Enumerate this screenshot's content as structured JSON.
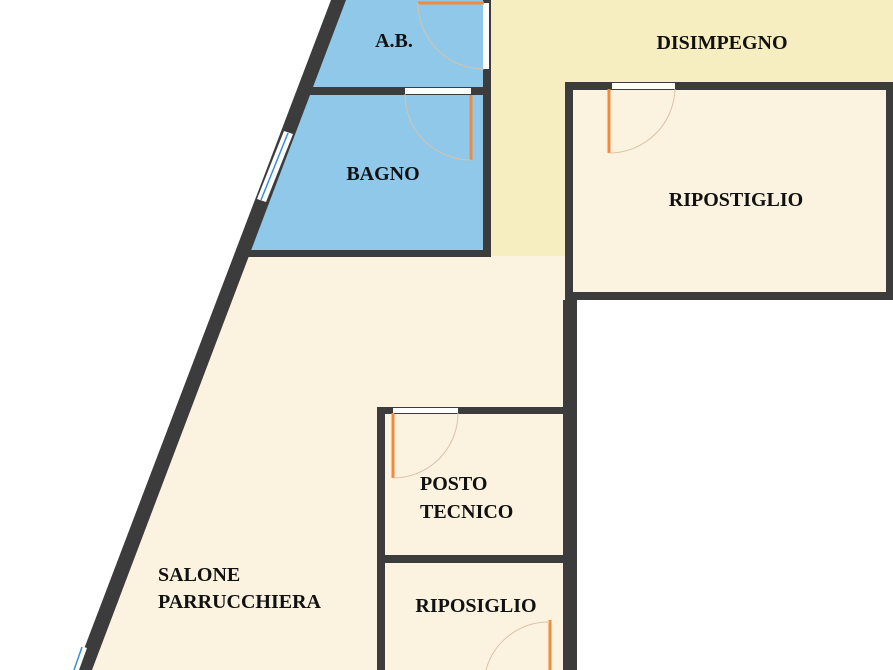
{
  "colors": {
    "bathroom": "#8fc8e8",
    "corridor": "#f6eec0",
    "room": "#fbf3e0",
    "wall": "#3c3c3c",
    "door_leaf": "#f08a3c"
  },
  "rooms": {
    "ab": "A.B.",
    "disimpegno": "DISIMPEGNO",
    "bagno": "BAGNO",
    "ripostiglio": "RIPOSTIGLIO",
    "posto_tecnico_1": "POSTO",
    "posto_tecnico_2": "TECNICO",
    "salone_1": "SALONE",
    "salone_2": "PARRUCCHIERA",
    "riposiglio": "RIPOSIGLIO"
  }
}
